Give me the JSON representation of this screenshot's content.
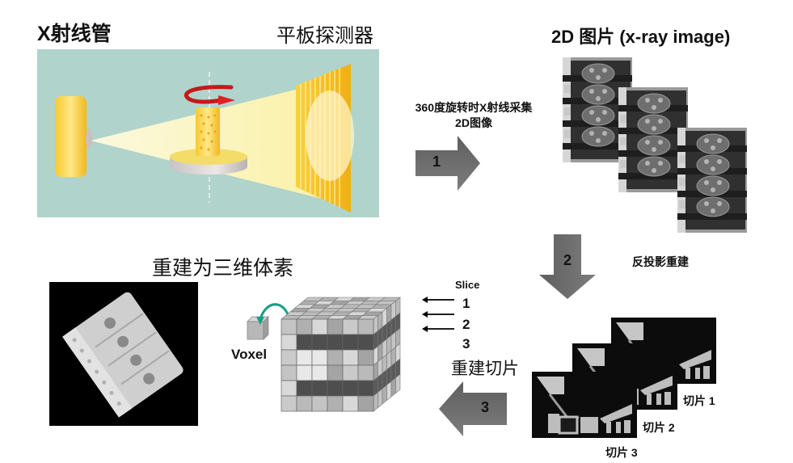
{
  "labels": {
    "xray_tube": "X射线管",
    "flat_detector": "平板探测器",
    "xray_image_title": "2D 图片 (x-ray image)",
    "step1_caption_line1": "360度旋转时X射线采集",
    "step1_caption_line2": "2D图像",
    "step2_caption": "反投影重建",
    "voxel_title": "重建为三维体素",
    "voxel_label": "Voxel",
    "slice_header": "Slice",
    "slice_numbers": [
      "1",
      "2",
      "3"
    ],
    "reconstruct_slices": "重建切片",
    "slice_captions": [
      "切片 1",
      "切片 2",
      "切片 3"
    ]
  },
  "steps": [
    {
      "number": "1",
      "direction": "right"
    },
    {
      "number": "2",
      "direction": "down"
    },
    {
      "number": "3",
      "direction": "left"
    }
  ],
  "colors": {
    "scene_bg": "#b0d4cc",
    "beam": "#fff5b0",
    "gold": "#f2c030",
    "arrow_gray": "#6e6e6e",
    "rotation_red": "#c41a1a",
    "voxel_arrow_teal": "#1a9e86"
  }
}
